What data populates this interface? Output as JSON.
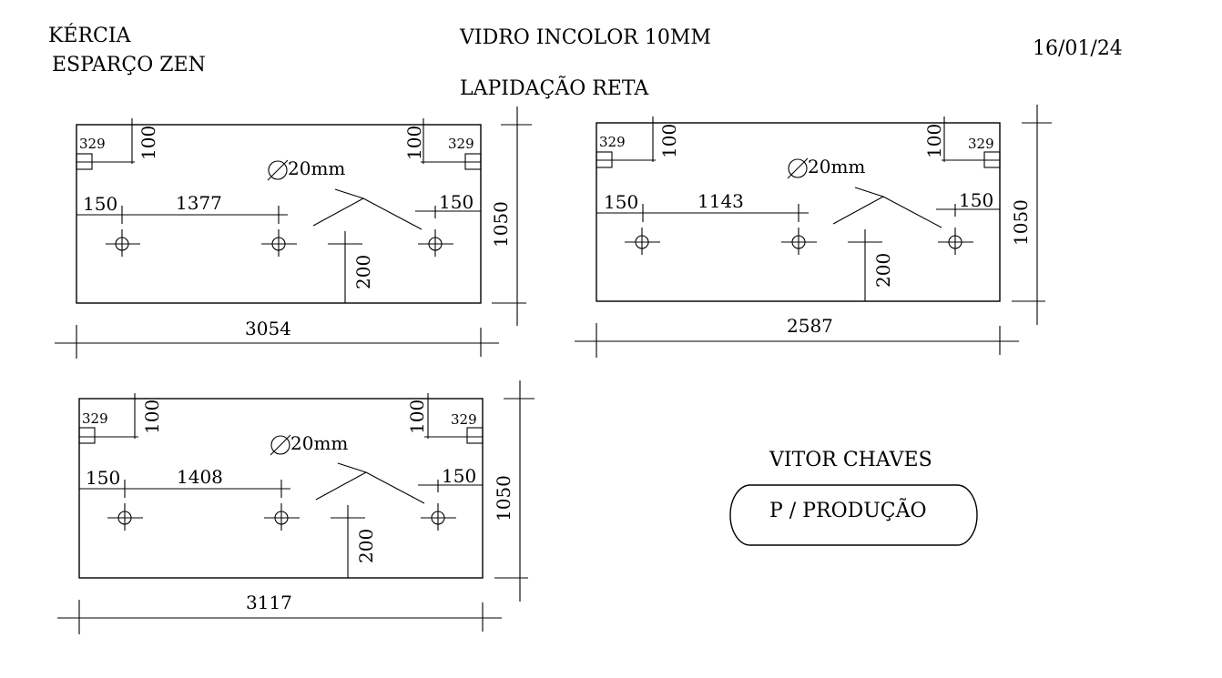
{
  "header": {
    "client": "KÉRCIA",
    "project": "ESPARÇO ZEN",
    "material": "VIDRO INCOLOR 10MM",
    "finish": "LAPIDAÇÃO RETA",
    "date": "16/01/24"
  },
  "pieces": [
    {
      "width": "3054",
      "height": "1050",
      "corner_size": "329",
      "corner_offset": "100",
      "edge_left": "150",
      "hole_spacing": "1377",
      "edge_right": "150",
      "hole_diameter": "20mm",
      "hole_from_bottom": "200"
    },
    {
      "width": "2587",
      "height": "1050",
      "corner_size": "329",
      "corner_offset": "100",
      "edge_left": "150",
      "hole_spacing": "1143",
      "edge_right": "150",
      "hole_diameter": "20mm",
      "hole_from_bottom": "200"
    },
    {
      "width": "3117",
      "height": "1050",
      "corner_size": "329",
      "corner_offset": "100",
      "edge_left": "150",
      "hole_spacing": "1408",
      "edge_right": "150",
      "hole_diameter": "20mm",
      "hole_from_bottom": "200"
    }
  ],
  "footer": {
    "author": "VITOR CHAVES",
    "stamp": "P / PRODUÇÃO"
  }
}
